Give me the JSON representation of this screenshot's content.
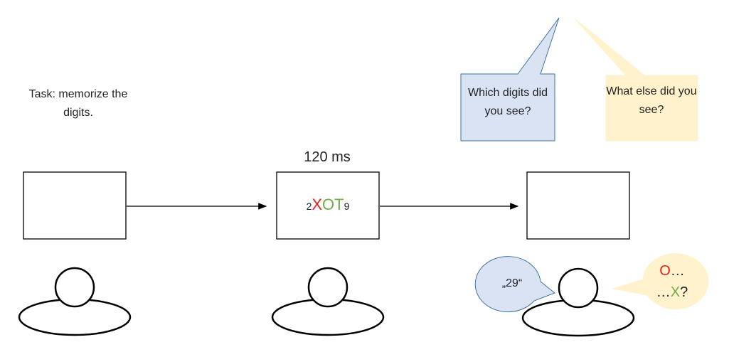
{
  "task_text": "Task: memorize the digits.",
  "timing_label": "120 ms",
  "stimulus": {
    "digit_left": "2",
    "letter_x": "X",
    "letter_o": "O",
    "letter_t": "T",
    "digit_right": "9"
  },
  "question_digits": "Which digits did you see?",
  "question_else": "What else did you see?",
  "response_digits": "„29“",
  "response_else": {
    "line1_letter": "O",
    "line1_suffix": "…",
    "line2_prefix": "…",
    "line2_letter": "X",
    "line2_suffix": "?"
  },
  "colors": {
    "red": "#e8201c",
    "green": "#70ad47",
    "blue_fill": "#dae3f3",
    "blue_stroke": "#41719c",
    "yellow_fill": "#fff2cc"
  }
}
